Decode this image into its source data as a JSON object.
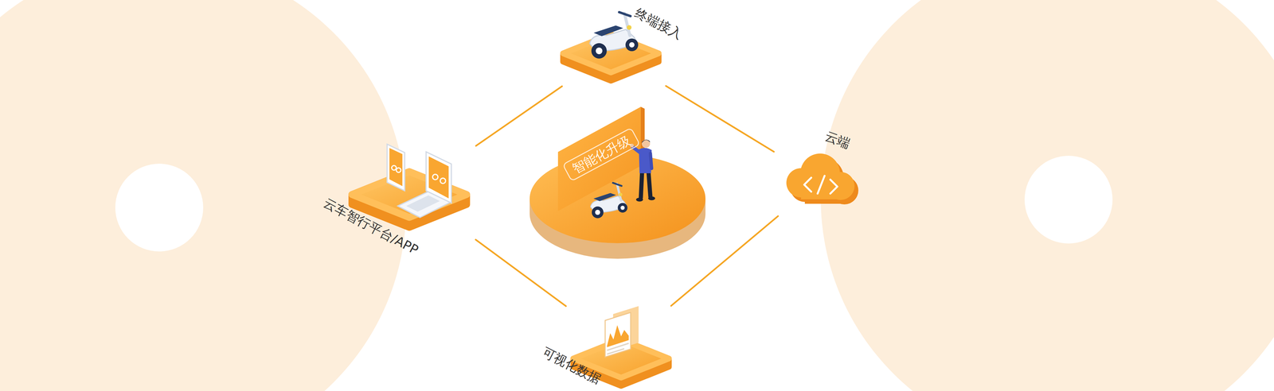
{
  "diagram": {
    "nodes": [
      {
        "text": [
          "智能化升级"
        ]
      },
      {
        "text": [
          "终端接入"
        ]
      },
      {
        "text": [
          "云端"
        ]
      },
      {
        "text": [
          "可视化数据"
        ]
      },
      {
        "text": [
          "云车智行平台/APP"
        ]
      }
    ],
    "edges": [
      {
        "from": 4,
        "to": 1,
        "arrow": "none"
      },
      {
        "from": 1,
        "to": 2,
        "arrow": "none"
      },
      {
        "from": 2,
        "to": 3,
        "arrow": "none"
      },
      {
        "from": 4,
        "to": 3,
        "arrow": "none"
      }
    ]
  }
}
